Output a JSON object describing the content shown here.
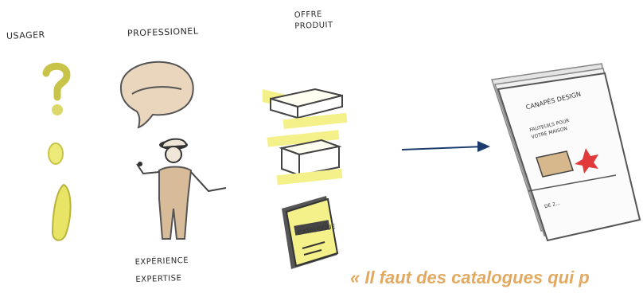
{
  "headers": {
    "usager": "USAGER",
    "professionel": "PROFESSIONEL",
    "offre_line1": "OFFRE",
    "offre_line2": "PRODUIT"
  },
  "experience": {
    "line1": "EXPÉRIENCE",
    "line2": "EXPERTISE"
  },
  "catalogue_label": "CATALOGUE",
  "magazine": {
    "title": "CANAPÉS DESIGN",
    "subtitle": "FAUTEUILS POUR VOTRE MAISON",
    "footer": "DE 2..."
  },
  "quote": "« Il faut des catalogues qui p",
  "colors": {
    "yellow": "#f2ee8a",
    "beige": "#d8bc9a",
    "arrow": "#1d3c6e",
    "quote": "#e2a960"
  }
}
